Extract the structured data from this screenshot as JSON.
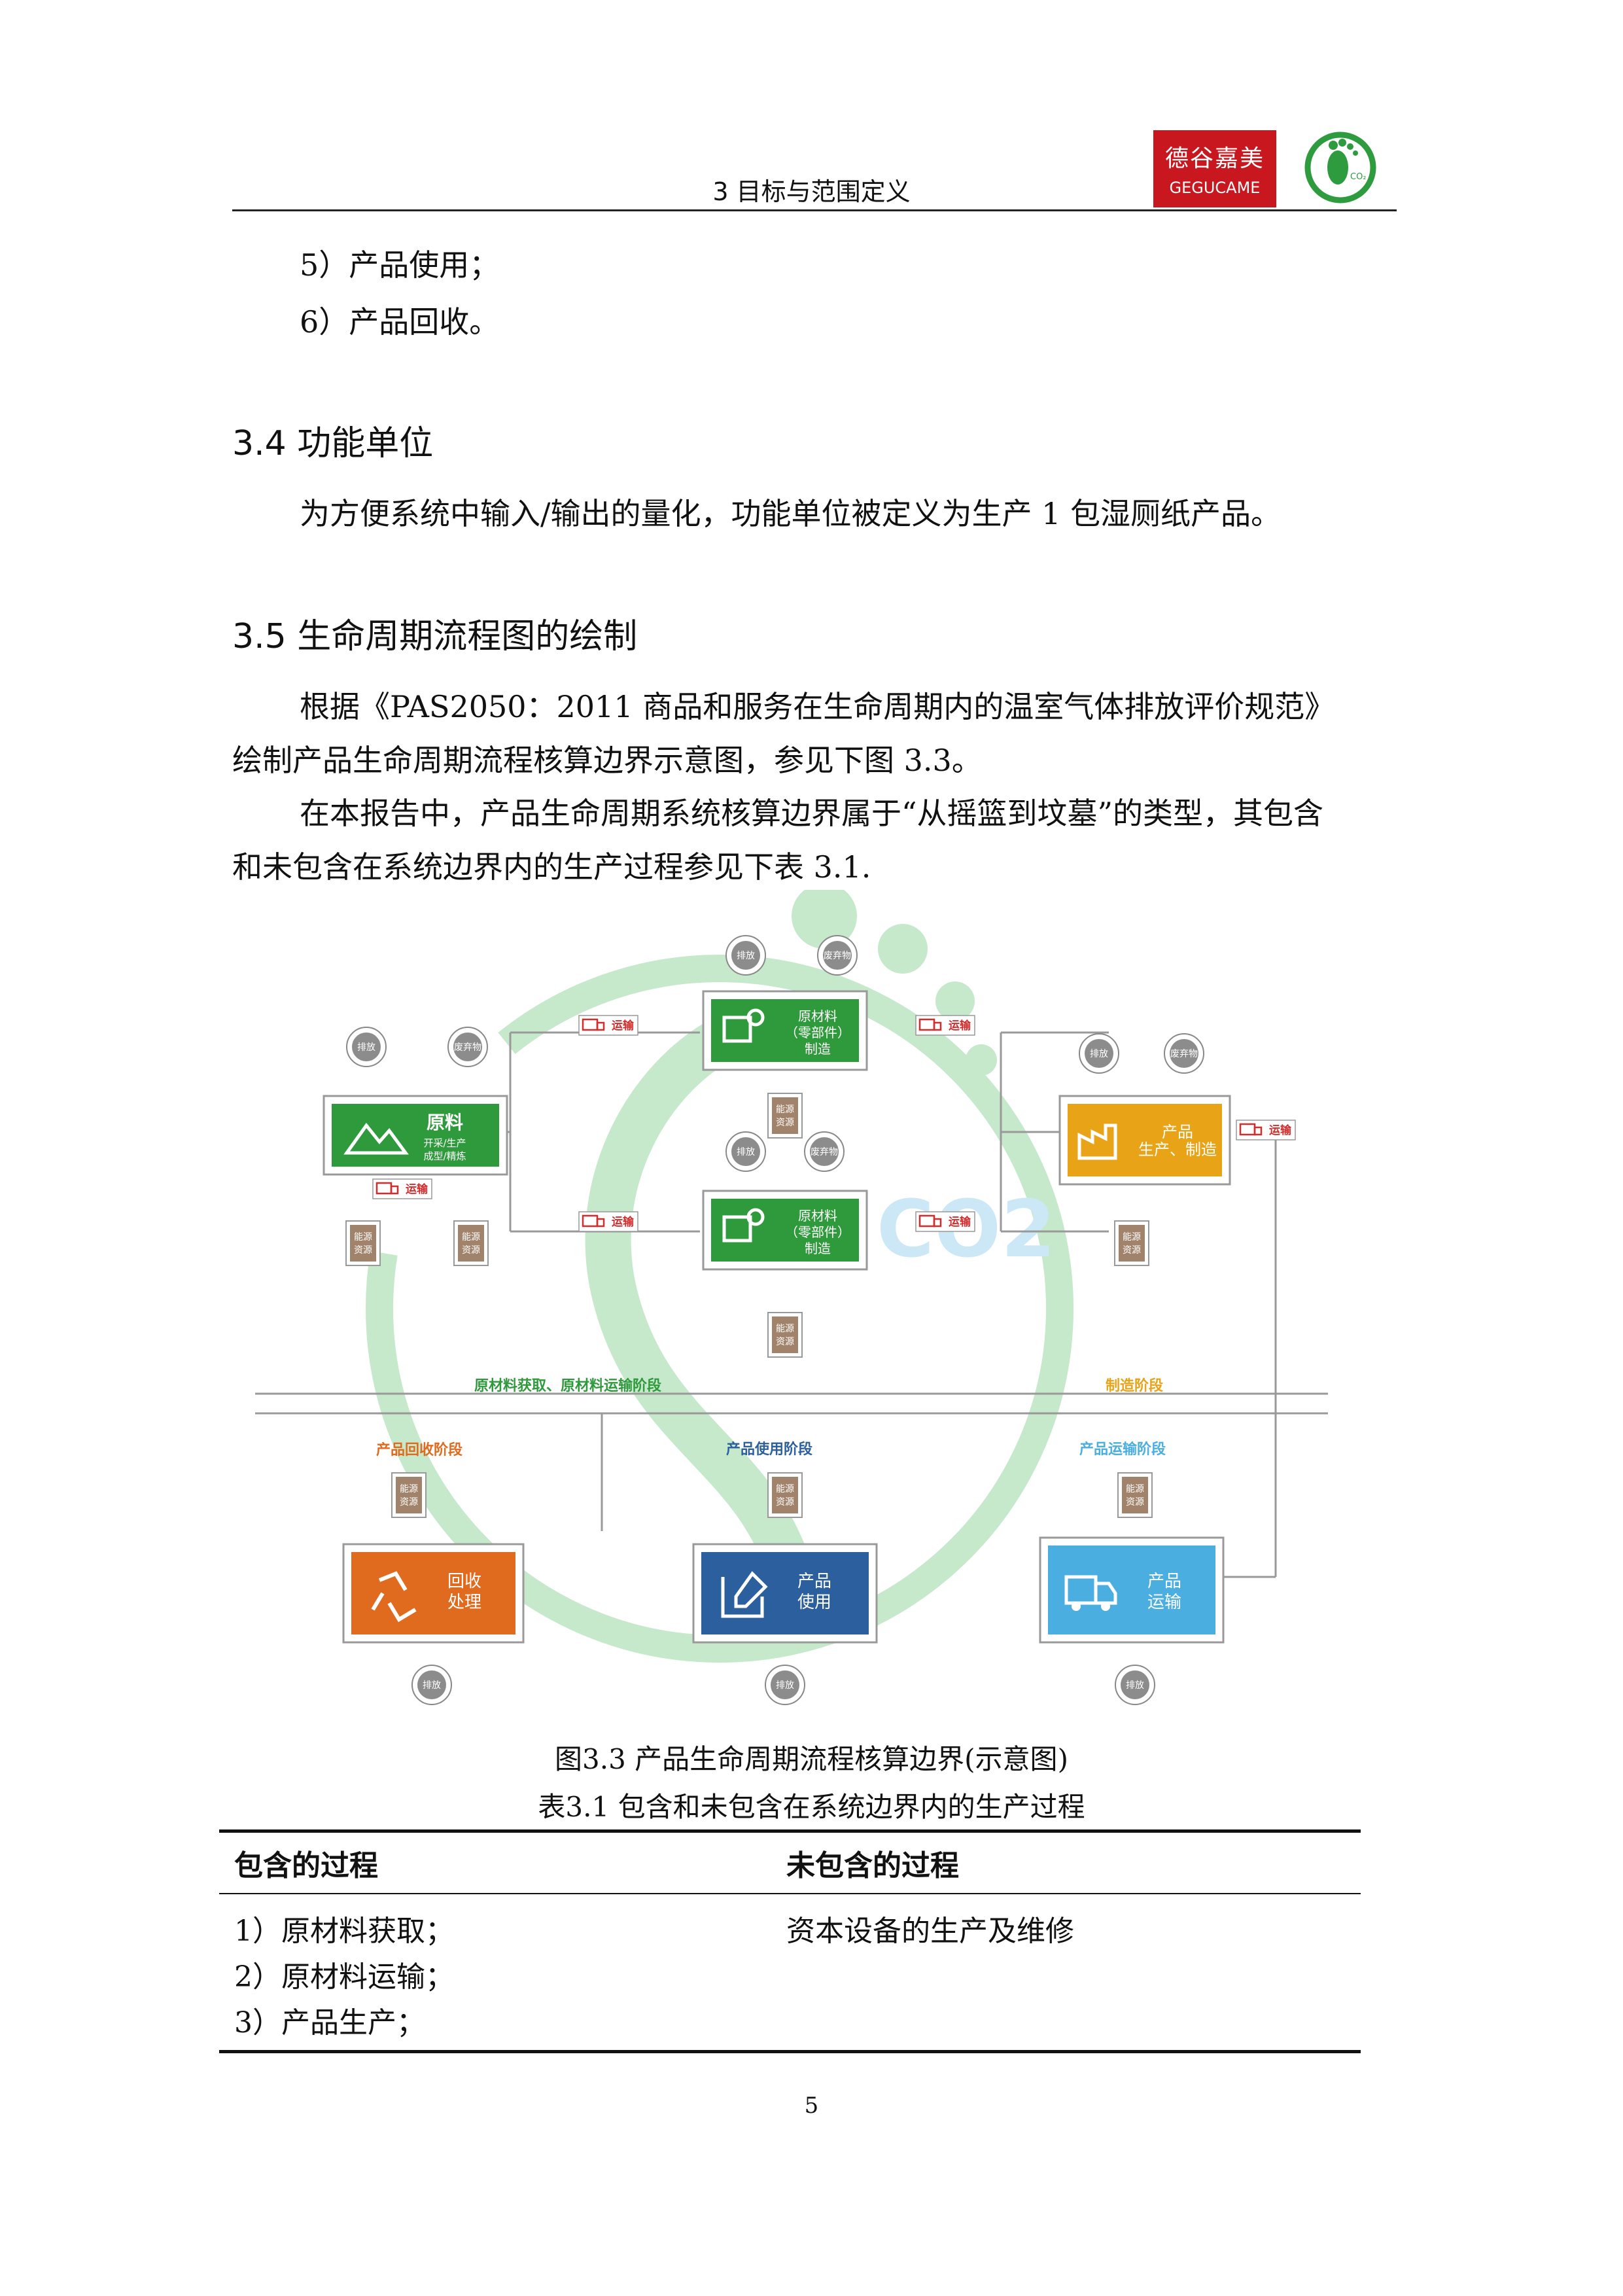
{
  "header": {
    "title": "3  目标与范围定义",
    "logo_cn": "德谷嘉美",
    "logo_en": "GEGUCAME"
  },
  "intro_list": [
    "5）产品使用；",
    "6）产品回收。"
  ],
  "section_3_4": {
    "heading": "3.4  功能单位",
    "body": "为方便系统中输入/输出的量化，功能单位被定义为生产 1 包湿厕纸产品。"
  },
  "section_3_5": {
    "heading": "3.5  生命周期流程图的绘制",
    "p1_line1": "根据《PAS2050：2011 商品和服务在生命周期内的温室气体排放评价规范》",
    "p1_line2": "绘制产品生命周期流程核算边界示意图，参见下图 3.3。",
    "p2_line1": "在本报告中，产品生命周期系统核算边界属于“从摇篮到坟墓”的类型，其包含",
    "p2_line2": "和未包含在系统边界内的生产过程参见下表 3.1."
  },
  "diagram": {
    "emit": "排放",
    "waste": "废弃物",
    "energy_l1": "能源",
    "energy_l2": "资源",
    "transport": "运输",
    "raw_title": "原料",
    "raw_sub1": "开采/生产",
    "raw_sub2": "成型/精炼",
    "parts_l1": "原材料",
    "parts_l2": "（零部件）",
    "parts_l3": "制造",
    "prod_l1": "产品",
    "prod_l2": "生产、制造",
    "stage_raw": "原材料获取、原材料运输阶段",
    "stage_mfg": "制造阶段",
    "stage_recycle": "产品回收阶段",
    "stage_use": "产品使用阶段",
    "stage_transport": "产品运输阶段",
    "recycle_l1": "回收",
    "recycle_l2": "处理",
    "use_l1": "产品",
    "use_l2": "使用",
    "ship_l1": "产品",
    "ship_l2": "运输",
    "watermark": "CO2",
    "colors": {
      "green": "#2f9a3c",
      "orange": "#e8a317",
      "red": "#e06a1e",
      "blue": "#2b5f9e",
      "cyan": "#4aaee0",
      "brown": "#a0836a"
    }
  },
  "figure_caption": "图3.3  产品生命周期流程核算边界(示意图)",
  "table": {
    "caption": "表3.1    包含和未包含在系统边界内的生产过程",
    "col1_header": "包含的过程",
    "col2_header": "未包含的过程",
    "col1_rows": [
      "1）原材料获取；",
      "2）原材料运输；",
      "3）产品生产；"
    ],
    "col2_rows": [
      "资本设备的生产及维修"
    ]
  },
  "page_number": "5"
}
